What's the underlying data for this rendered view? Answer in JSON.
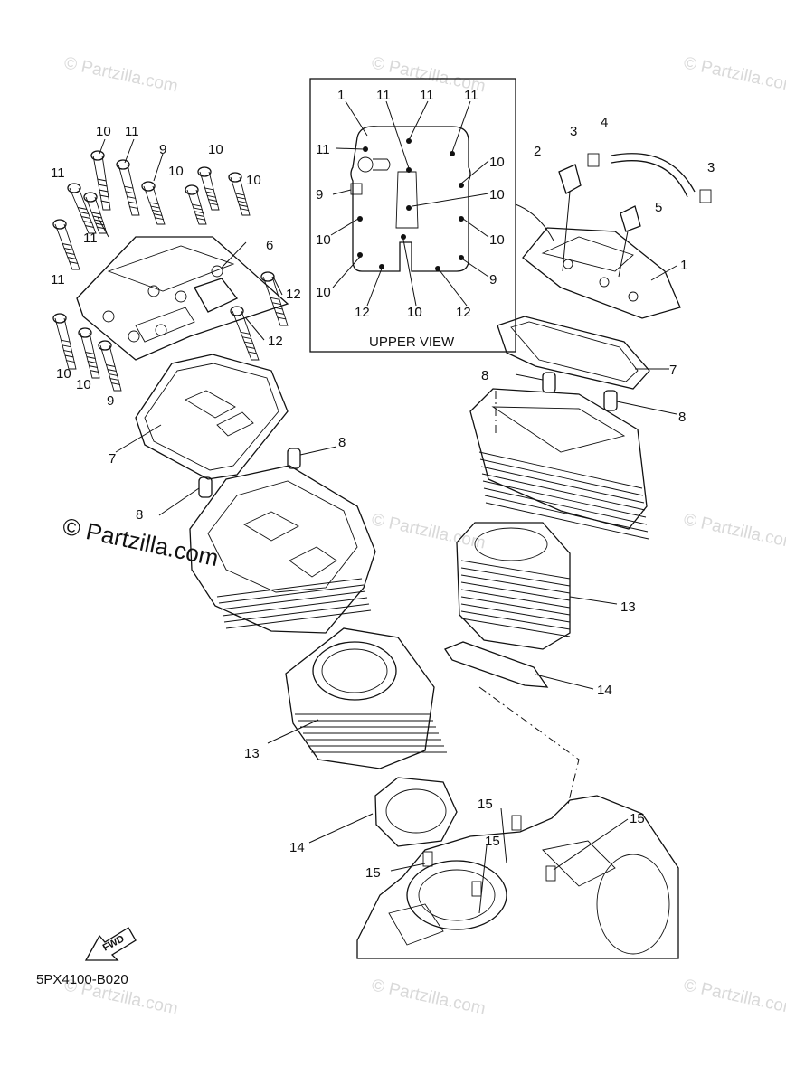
{
  "diagram": {
    "code": "5PX4100-B020",
    "upper_view_label": "UPPER VIEW",
    "fwd_label": "FWD",
    "watermark_main": "© Partzilla.com",
    "watermark_small": "© Partzilla.com",
    "callouts": [
      {
        "id": "c1",
        "text": "10"
      },
      {
        "id": "c2",
        "text": "11"
      },
      {
        "id": "c3",
        "text": "9"
      },
      {
        "id": "c4",
        "text": "10"
      },
      {
        "id": "c5",
        "text": "10"
      },
      {
        "id": "c6",
        "text": "10"
      },
      {
        "id": "c7",
        "text": "11"
      },
      {
        "id": "c8",
        "text": "11"
      },
      {
        "id": "c9",
        "text": "11"
      },
      {
        "id": "c10",
        "text": "6"
      },
      {
        "id": "c11",
        "text": "12"
      },
      {
        "id": "c12",
        "text": "12"
      },
      {
        "id": "c13",
        "text": "10"
      },
      {
        "id": "c14",
        "text": "10"
      },
      {
        "id": "c15",
        "text": "9"
      },
      {
        "id": "c16",
        "text": "7"
      },
      {
        "id": "c17",
        "text": "8"
      },
      {
        "id": "c18",
        "text": "8"
      },
      {
        "id": "c19",
        "text": "13"
      },
      {
        "id": "c20",
        "text": "14"
      },
      {
        "id": "c21",
        "text": "15"
      },
      {
        "id": "c22",
        "text": "15"
      },
      {
        "id": "c23",
        "text": "15"
      },
      {
        "id": "c24",
        "text": "15"
      },
      {
        "id": "c25",
        "text": "2"
      },
      {
        "id": "c26",
        "text": "3"
      },
      {
        "id": "c27",
        "text": "4"
      },
      {
        "id": "c28",
        "text": "3"
      },
      {
        "id": "c29",
        "text": "5"
      },
      {
        "id": "c30",
        "text": "1"
      },
      {
        "id": "c31",
        "text": "7"
      },
      {
        "id": "c32",
        "text": "8"
      },
      {
        "id": "c33",
        "text": "8"
      },
      {
        "id": "c34",
        "text": "13"
      },
      {
        "id": "c35",
        "text": "14"
      },
      {
        "id": "u1",
        "text": "1"
      },
      {
        "id": "u2",
        "text": "11"
      },
      {
        "id": "u3",
        "text": "11"
      },
      {
        "id": "u4",
        "text": "11"
      },
      {
        "id": "u5",
        "text": "11"
      },
      {
        "id": "u6",
        "text": "10"
      },
      {
        "id": "u7",
        "text": "9"
      },
      {
        "id": "u8",
        "text": "10"
      },
      {
        "id": "u9",
        "text": "10"
      },
      {
        "id": "u10",
        "text": "10"
      },
      {
        "id": "u11",
        "text": "10"
      },
      {
        "id": "u12",
        "text": "10"
      },
      {
        "id": "u13",
        "text": "12"
      },
      {
        "id": "u14",
        "text": "10"
      },
      {
        "id": "u15",
        "text": "12"
      },
      {
        "id": "u16",
        "text": "9"
      }
    ]
  }
}
